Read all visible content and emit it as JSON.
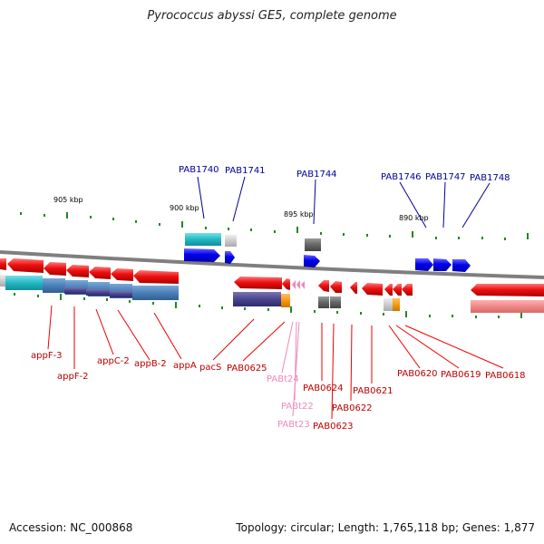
{
  "title": "Pyrococcus abyssi GE5, complete genome",
  "footer": {
    "accession": "Accession: NC_000868",
    "topology": "Topology: circular; Length: 1,765,118 bp; Genes: 1,877"
  },
  "scale_labels": [
    "905 kbp",
    "900 kbp",
    "895 kbp",
    "890 kbp"
  ],
  "top_labels": [
    "PAB1740",
    "PAB1741",
    "PAB1744",
    "PAB1746",
    "PAB1747",
    "PAB1748"
  ],
  "bottom_red_labels": [
    "appF-3",
    "appF-2",
    "appC-2",
    "appB-2",
    "appA",
    "pacS",
    "PAB0625",
    "PAB0624",
    "PAB0623",
    "PAB0622",
    "PAB0621",
    "PAB0620",
    "PAB0619",
    "PAB0618"
  ],
  "bottom_pink_labels": [
    "PABt24",
    "PABt22",
    "PABt23"
  ],
  "colors": {
    "forward": "#0000ee",
    "reverse": "#ee1111",
    "rna": "#ee88bb",
    "top_label": "#000099",
    "bottom_label": "#bb0000",
    "tick": "#228822",
    "backbone": "#8a8a8a"
  }
}
